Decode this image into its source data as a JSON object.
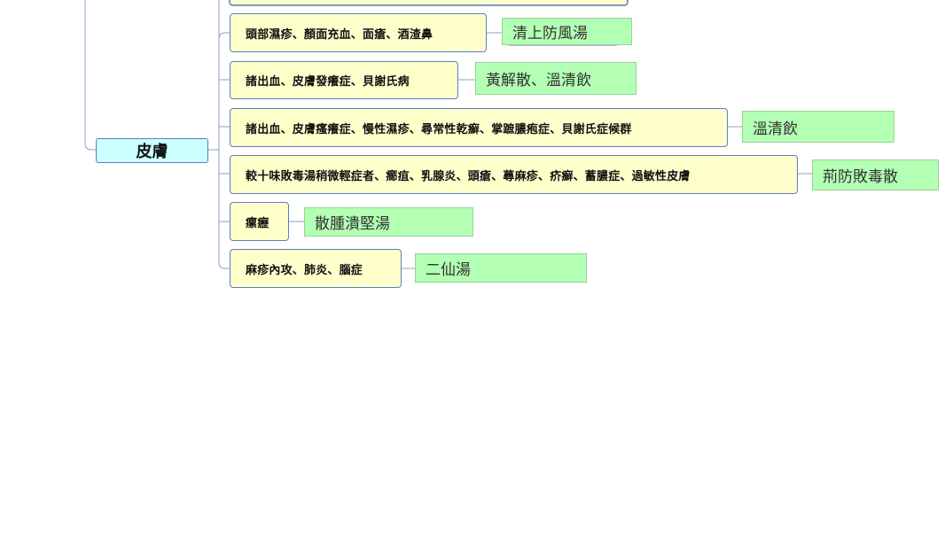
{
  "root": {
    "label": "皮膚"
  },
  "branches": [
    {
      "symptom": "頭部濕疹、顏面充血、面瘡、酒渣鼻",
      "formula": "清上防風湯"
    },
    {
      "symptom": "諸出血、皮膚發癢症、貝謝氏病",
      "formula": "黃解散、溫清飲"
    },
    {
      "symptom": "諸出血、皮膚瘙癢症、慢性濕疹、尋常性乾癬、掌蹠膿疱症、貝謝氏症候群",
      "formula": "溫清飲"
    },
    {
      "symptom": "較十味敗毒湯稍微輕症者、癤疽、乳腺炎、頭瘡、蕁麻疹、疥癬、蓄膿症、過敏性皮膚",
      "formula": "荊防敗毒散"
    },
    {
      "symptom": "瘰癧",
      "formula": "散腫潰堅湯"
    },
    {
      "symptom": "麻疹內攻、肺炎、腦症",
      "formula": "二仙湯"
    }
  ],
  "colors": {
    "connector": "#8aa0c8",
    "root_fill": "#ccffff",
    "symptom_fill": "#ffffcc",
    "formula_fill": "#b3ffb3"
  }
}
